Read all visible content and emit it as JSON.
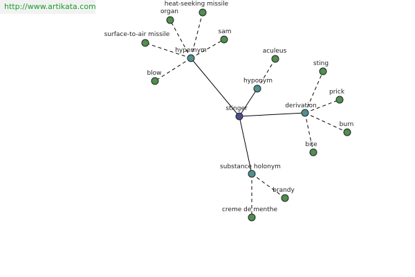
{
  "watermark": "http://www.artikata.com",
  "colors": {
    "center": "#4b4b8f",
    "relation": "#4f9090",
    "leaf": "#4f8f4f"
  },
  "center": {
    "id": "stinger",
    "label": "stinger"
  },
  "relations": [
    {
      "id": "hypernym",
      "label": "hypernym"
    },
    {
      "id": "hyponym",
      "label": "hyponym"
    },
    {
      "id": "derivation",
      "label": "derivation"
    },
    {
      "id": "substance-holonym",
      "label": "substance holonym"
    }
  ],
  "leaves": [
    {
      "id": "heat-seeking-missile",
      "label": "heat-seeking missile",
      "parent": "hypernym"
    },
    {
      "id": "organ",
      "label": "organ",
      "parent": "hypernym"
    },
    {
      "id": "sam",
      "label": "sam",
      "parent": "hypernym"
    },
    {
      "id": "surface-to-air-missile",
      "label": "surface-to-air missile",
      "parent": "hypernym"
    },
    {
      "id": "blow",
      "label": "blow",
      "parent": "hypernym"
    },
    {
      "id": "aculeus",
      "label": "aculeus",
      "parent": "hyponym"
    },
    {
      "id": "sting",
      "label": "sting",
      "parent": "derivation"
    },
    {
      "id": "prick",
      "label": "prick",
      "parent": "derivation"
    },
    {
      "id": "burn",
      "label": "burn",
      "parent": "derivation"
    },
    {
      "id": "bite",
      "label": "bite",
      "parent": "derivation"
    },
    {
      "id": "brandy",
      "label": "brandy",
      "parent": "substance-holonym"
    },
    {
      "id": "creme-de-menthe",
      "label": "creme de menthe",
      "parent": "substance-holonym"
    }
  ]
}
